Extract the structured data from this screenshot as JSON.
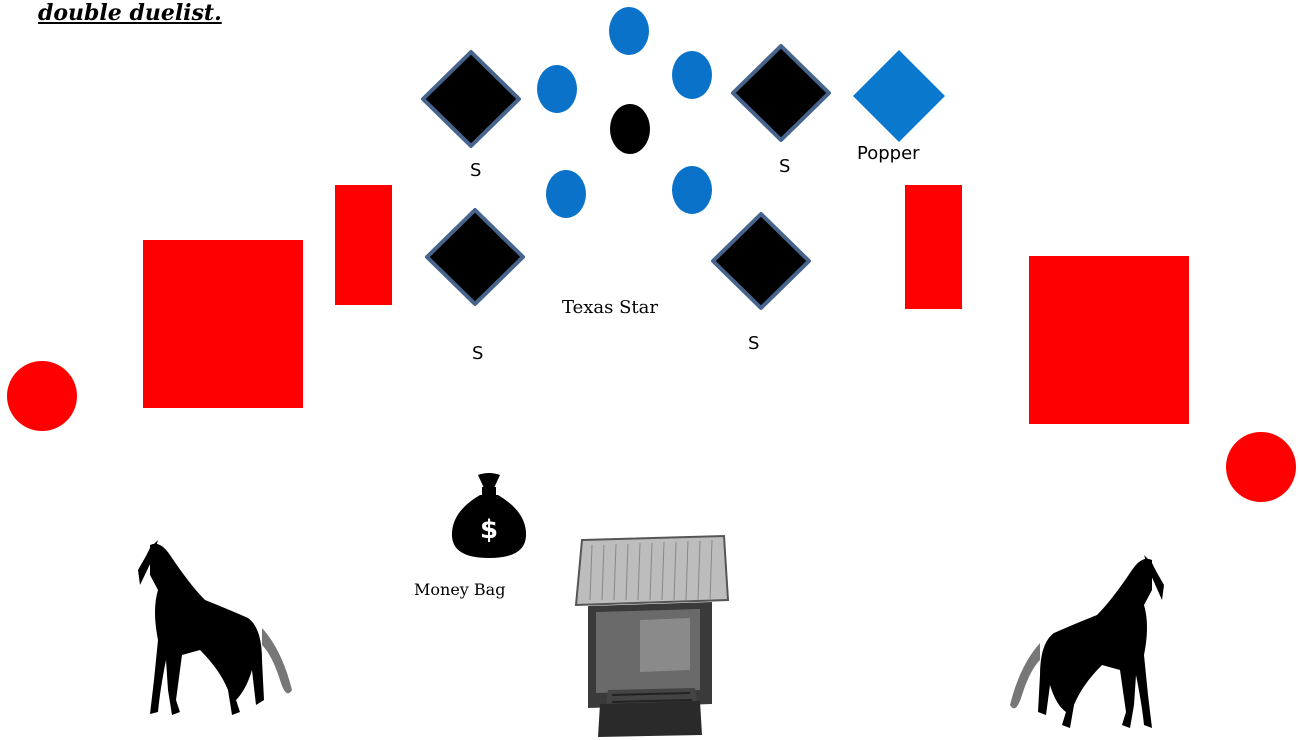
{
  "heading": "double duelist.",
  "labels": {
    "steel_top_left": "S",
    "steel_top_right": "S",
    "steel_bottom_left": "S",
    "steel_bottom_right": "S",
    "popper": "Popper",
    "texas_star": "Texas Star",
    "money_bag": "Money Bag",
    "money_bag_symbol": "$"
  },
  "colors": {
    "red_target": "#ff0000",
    "blue_plate": "#0a72c8",
    "steel_fill": "#000000",
    "steel_border": "#46648c",
    "popper_fill": "#0a78cc"
  },
  "icons": [
    "horse-left-icon",
    "horse-right-icon",
    "money-bag-icon",
    "coffin-prop-icon"
  ]
}
